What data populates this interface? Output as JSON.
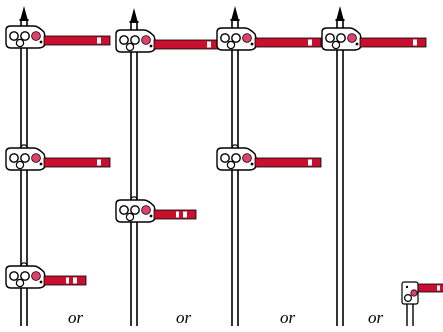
{
  "diagram": {
    "captions": [
      "or",
      "or",
      "or",
      "or"
    ],
    "colors": {
      "arm_red": "#c8102e",
      "arm_stripe": "#ffffff",
      "lamp_red": "#e0406a",
      "plate_fill": "#ffffff",
      "post_stroke": "#000000",
      "finial_fill": "#000000"
    },
    "posts": [
      {
        "name": "post-three-arms",
        "arms": [
          "home",
          "home",
          "shunt"
        ]
      },
      {
        "name": "post-two-arms-lower",
        "arms": [
          "home",
          "shunt"
        ]
      },
      {
        "name": "post-two-arms",
        "arms": [
          "home",
          "home"
        ]
      },
      {
        "name": "post-one-arm",
        "arms": [
          "home"
        ],
        "ground_signal": "shunt"
      }
    ]
  }
}
